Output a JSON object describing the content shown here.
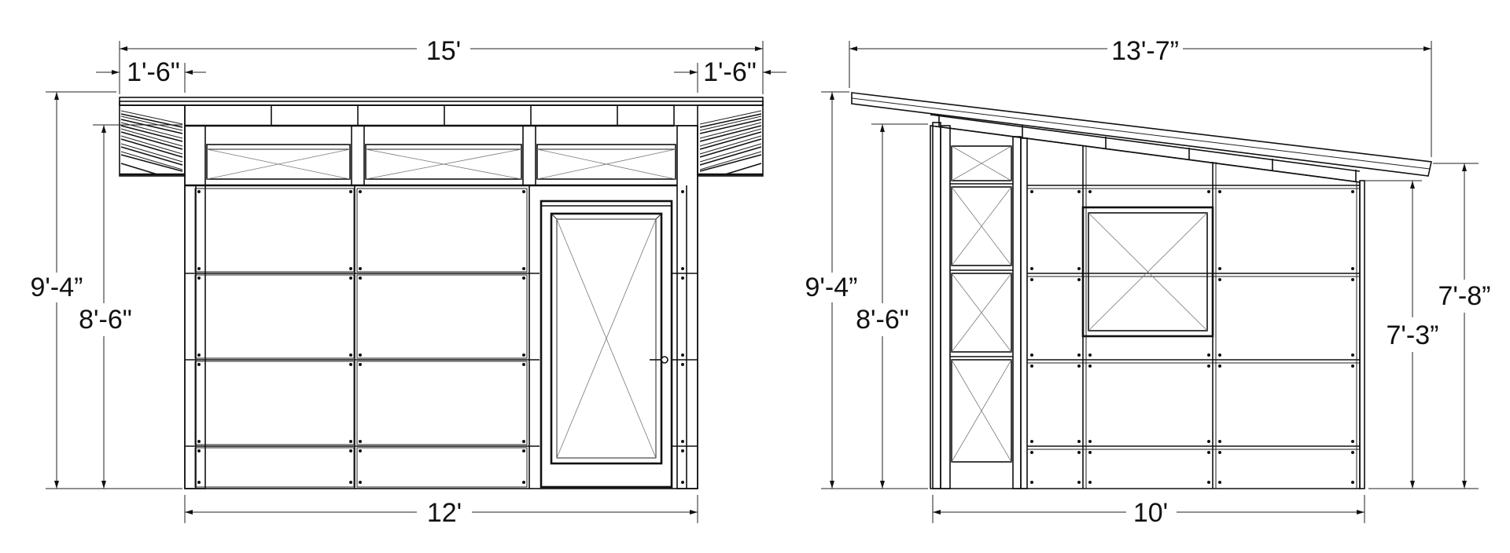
{
  "front_elevation": {
    "overall_width": "15'",
    "left_overhang": "1'-6\"",
    "right_overhang": "1'-6\"",
    "total_height": "9'-4”",
    "wall_height": "8'-6\"",
    "wall_width": "12'"
  },
  "side_elevation": {
    "overall_length": "13'-7”",
    "high_total_height": "9'-4”",
    "high_wall_height": "8'-6\"",
    "low_wall_height": "7'-3”",
    "low_total_height": "7'-8”",
    "wall_width": "10'"
  },
  "colors": {
    "line": "#111111",
    "background": "#ffffff"
  }
}
